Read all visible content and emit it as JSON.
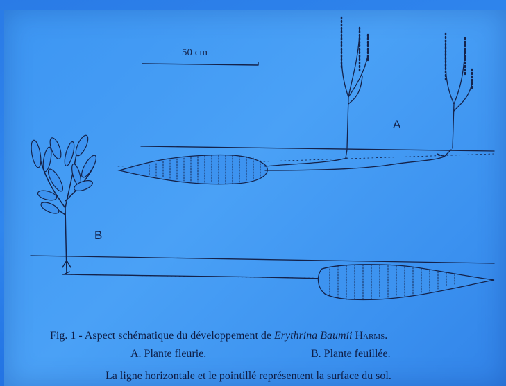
{
  "scale_label": "50 cm",
  "label_a": "A",
  "label_b": "B",
  "caption": {
    "fig_prefix": "Fig. 1 - Aspect schématique du développement de ",
    "species": "Erythrina Baumii",
    "author": "Harms.",
    "label_a": "A. Plante fleurie.",
    "label_b": "B. Plante feuillée.",
    "note": "La ligne horizontale et le pointillé représentent la surface du sol."
  },
  "colors": {
    "background": "#3c95f2",
    "ink": "#14224a"
  }
}
